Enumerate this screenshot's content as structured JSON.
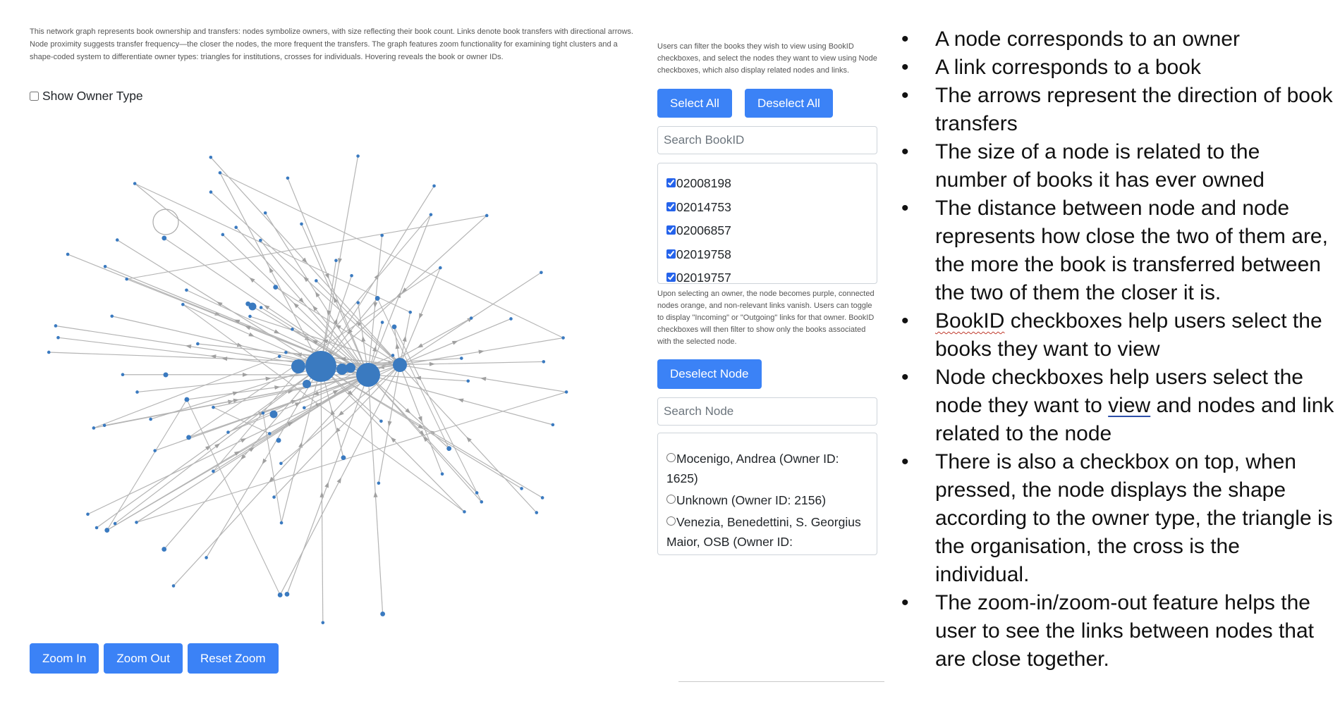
{
  "description": "This network graph represents book ownership and transfers: nodes symbolize owners, with size reflecting their book count. Links denote book transfers with directional arrows. Node proximity suggests transfer frequency—the closer the nodes, the more frequent the transfers. The graph features zoom functionality for examining tight clusters and a shape-coded system to differentiate owner types: triangles for institutions, crosses for individuals. Hovering reveals the book or owner IDs.",
  "owner_type_label": "Show Owner Type",
  "zoom_in": "Zoom In",
  "zoom_out": "Zoom Out",
  "reset_zoom": "Reset Zoom",
  "filter_help": "Users can filter the books they wish to view using BookID checkboxes, and select the nodes they want to view using Node checkboxes, which also display related nodes and links.",
  "select_all": "Select All",
  "deselect_all": "Deselect All",
  "search_book_placeholder": "Search BookID",
  "book_ids": [
    "02008198",
    "02014753",
    "02006857",
    "02019758",
    "02019757"
  ],
  "owner_help": "Upon selecting an owner, the node becomes purple, connected nodes orange, and non-relevant links vanish. Users can toggle to display \"Incoming\" or \"Outgoing\" links for that owner. BookID checkboxes will then filter to show only the books associated with the selected node.",
  "deselect_node": "Deselect Node",
  "search_node_placeholder": "Search Node",
  "owners": [
    "Mocenigo, Andrea (Owner ID: 1625)",
    "Unknown (Owner ID: 2156)",
    "Venezia, Benedettini, S. Georgius Maior, OSB (Owner ID:"
  ],
  "colors": {
    "node": "#3a7ac0",
    "link": "#b4b4b4",
    "button": "#3b82f6"
  },
  "bullets": {
    "b1": "A node corresponds to an owner",
    "b2": "A link corresponds to a book",
    "b3": "The arrows represent the direction of book transfers",
    "b4": "The size of a node is related to the number of books it has ever owned",
    "b5": "The distance between node and node represents how close the two of them are, the more the book is transferred between the two of them the closer it is.",
    "b6_word": "BookID",
    "b6_rest": " checkboxes help users select the books they want to view",
    "b7_a": "Node checkboxes help users select the node they want to ",
    "b7_word": "view",
    "b7_b": " and nodes and link related to the node",
    "b8": "There is also a checkbox on top, when pressed, the node displays the shape according to the owner type, the triangle is the organisation, the cross is the individual.",
    "b9": "The zoom-in/zoom-out feature helps the user to see the links between nodes that are close together."
  }
}
